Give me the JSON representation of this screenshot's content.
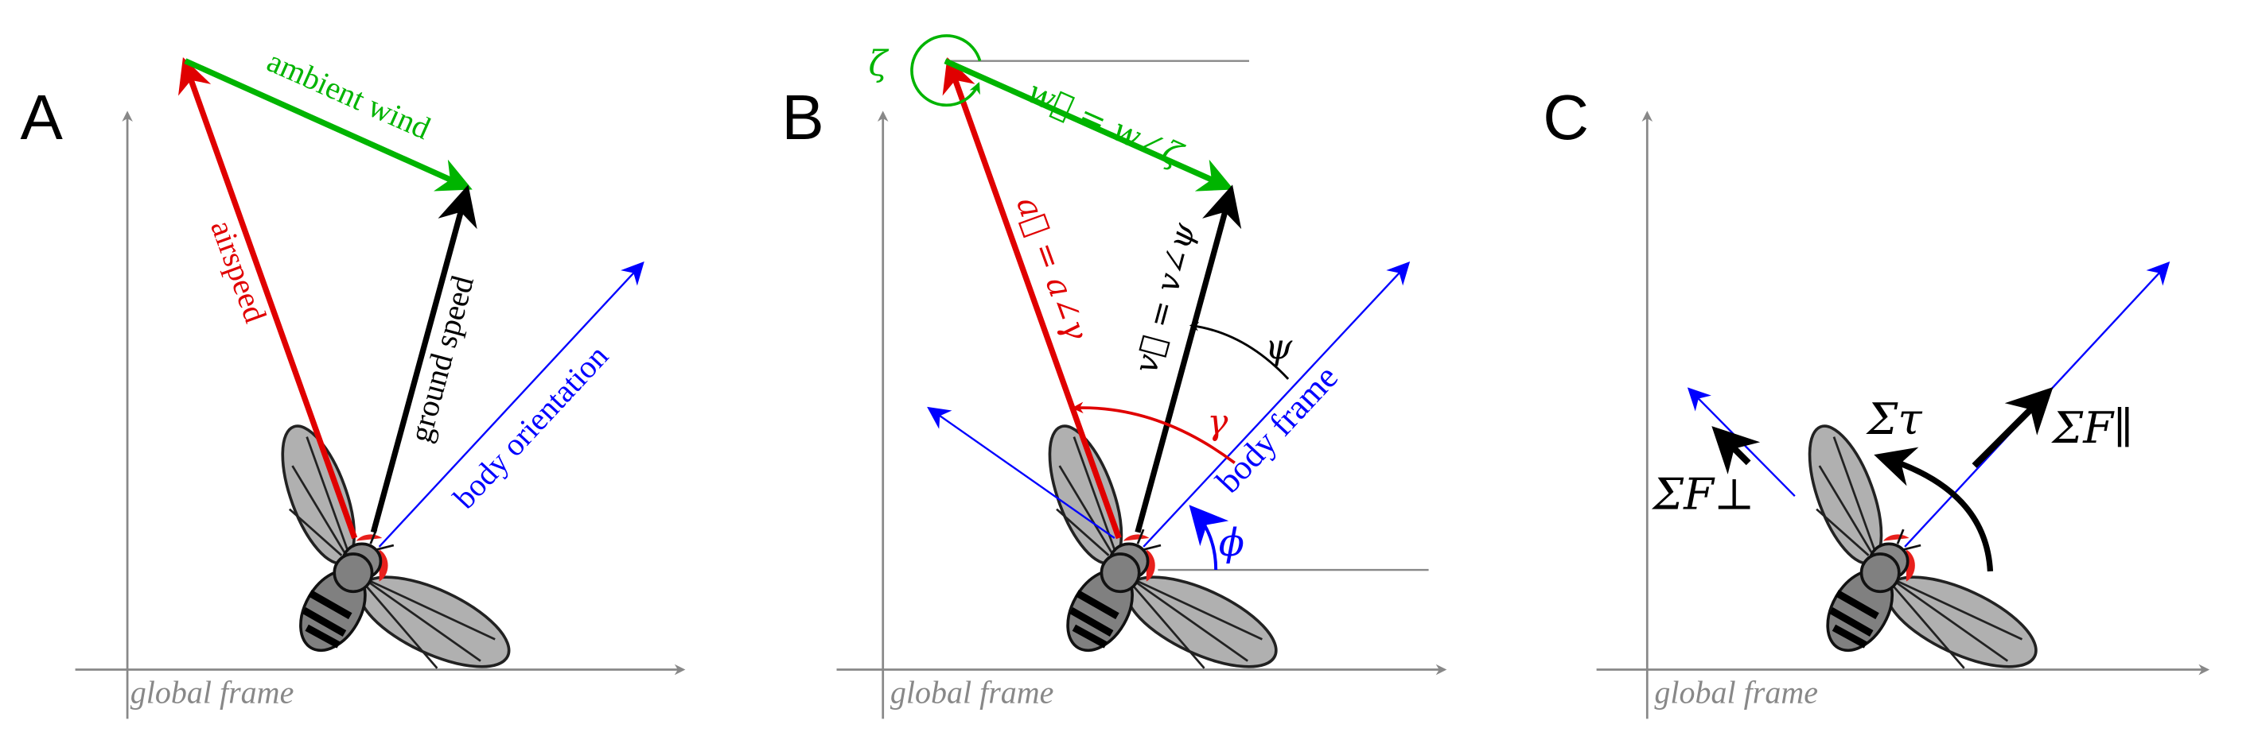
{
  "colors": {
    "airspeed": "#e00000",
    "wind": "#00b400",
    "ground": "#000000",
    "body": "#0000ff",
    "axis": "#888888"
  },
  "panels": [
    {
      "label": "A",
      "global_frame": "global frame",
      "ambient_wind": "ambient wind",
      "airspeed": "airspeed",
      "ground_speed": "ground speed",
      "body_orientation": "body orientation"
    },
    {
      "label": "B",
      "global_frame": "global frame",
      "wind_eq": "w⃗ = w∠ζ",
      "air_eq": "a⃗ = a∠γ",
      "ground_eq": "v⃗ = v∠ψ",
      "body_frame": "body frame",
      "zeta": "ζ",
      "gamma": "γ",
      "psi": "ψ",
      "phi": "ϕ"
    },
    {
      "label": "C",
      "global_frame": "global frame",
      "torque": "Στ",
      "force_parallel": "ΣF∥",
      "force_perp": "ΣF⊥"
    }
  ]
}
